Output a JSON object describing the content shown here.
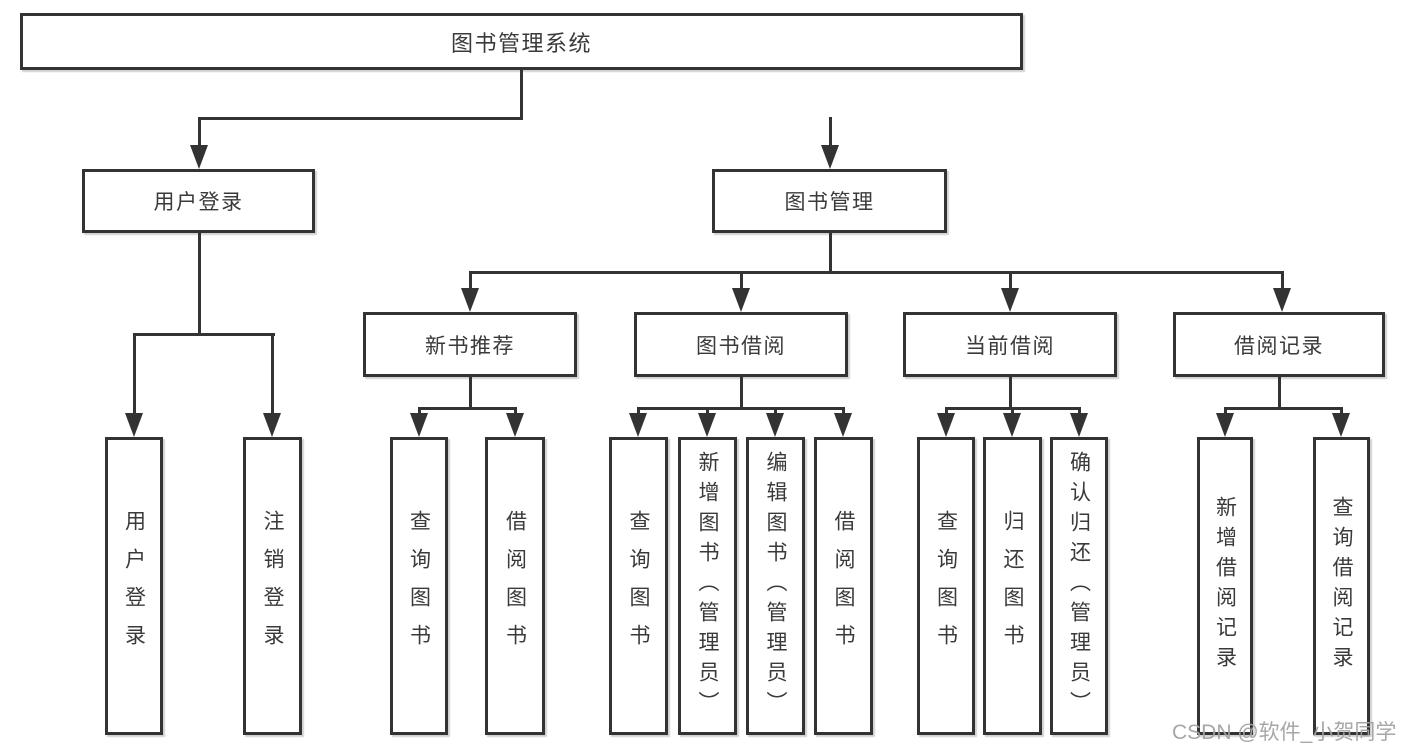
{
  "diagram": {
    "root": {
      "label": "图书管理系统"
    },
    "level2": [
      {
        "label": "用户登录"
      },
      {
        "label": "图书管理"
      }
    ],
    "level3": [
      {
        "label": "新书推荐"
      },
      {
        "label": "图书借阅"
      },
      {
        "label": "当前借阅"
      },
      {
        "label": "借阅记录"
      }
    ],
    "leaves": {
      "user_login": [
        {
          "label": "用户登录"
        },
        {
          "label": "注销登录"
        }
      ],
      "new_book": [
        {
          "label": "查询图书"
        },
        {
          "label": "借阅图书"
        }
      ],
      "book_borrow": [
        {
          "label": "查询图书"
        },
        {
          "label": "新增图书（管理员）"
        },
        {
          "label": "编辑图书（管理员）"
        },
        {
          "label": "借阅图书"
        }
      ],
      "current_borrow": [
        {
          "label": "查询图书"
        },
        {
          "label": "归还图书"
        },
        {
          "label": "确认归还（管理员）"
        }
      ],
      "borrow_records": [
        {
          "label": "新增借阅记录"
        },
        {
          "label": "查询借阅记录"
        }
      ]
    }
  },
  "watermark": {
    "text": "CSDN @软件_小贺同学"
  },
  "colors": {
    "line": "#333333",
    "text": "#3a3a3a",
    "watermark": "#a2a2a2",
    "background": "#ffffff"
  }
}
